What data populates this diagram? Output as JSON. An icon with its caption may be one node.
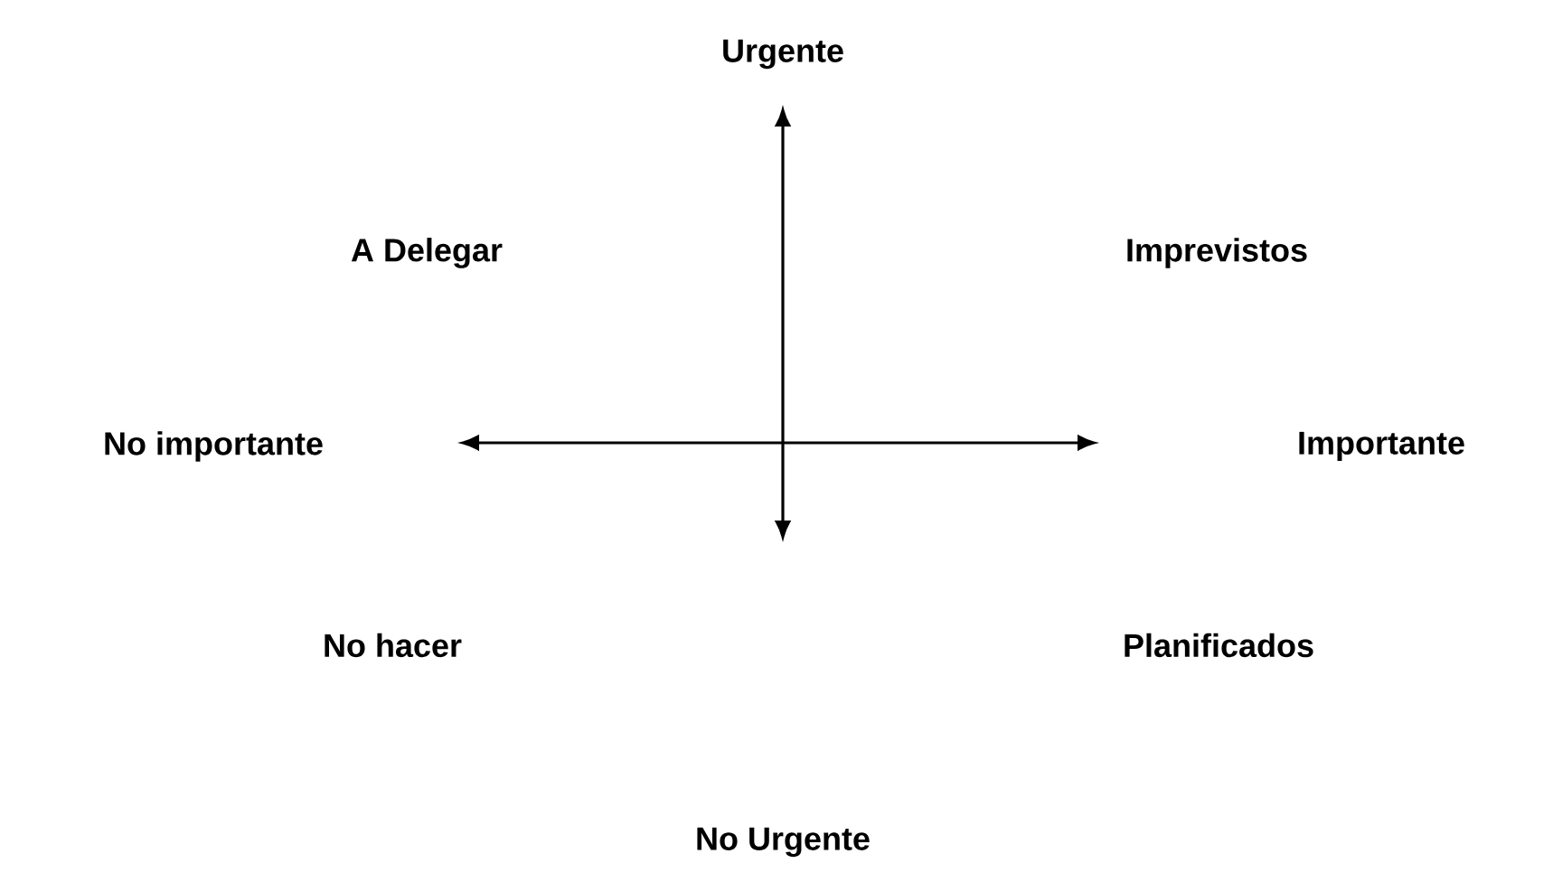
{
  "diagram": {
    "labels": [
      "Urgente",
      "A Delegar",
      "Imprevistos",
      "No importante",
      "Importante",
      "No hacer",
      "Planificados",
      "No Urgente"
    ]
  }
}
